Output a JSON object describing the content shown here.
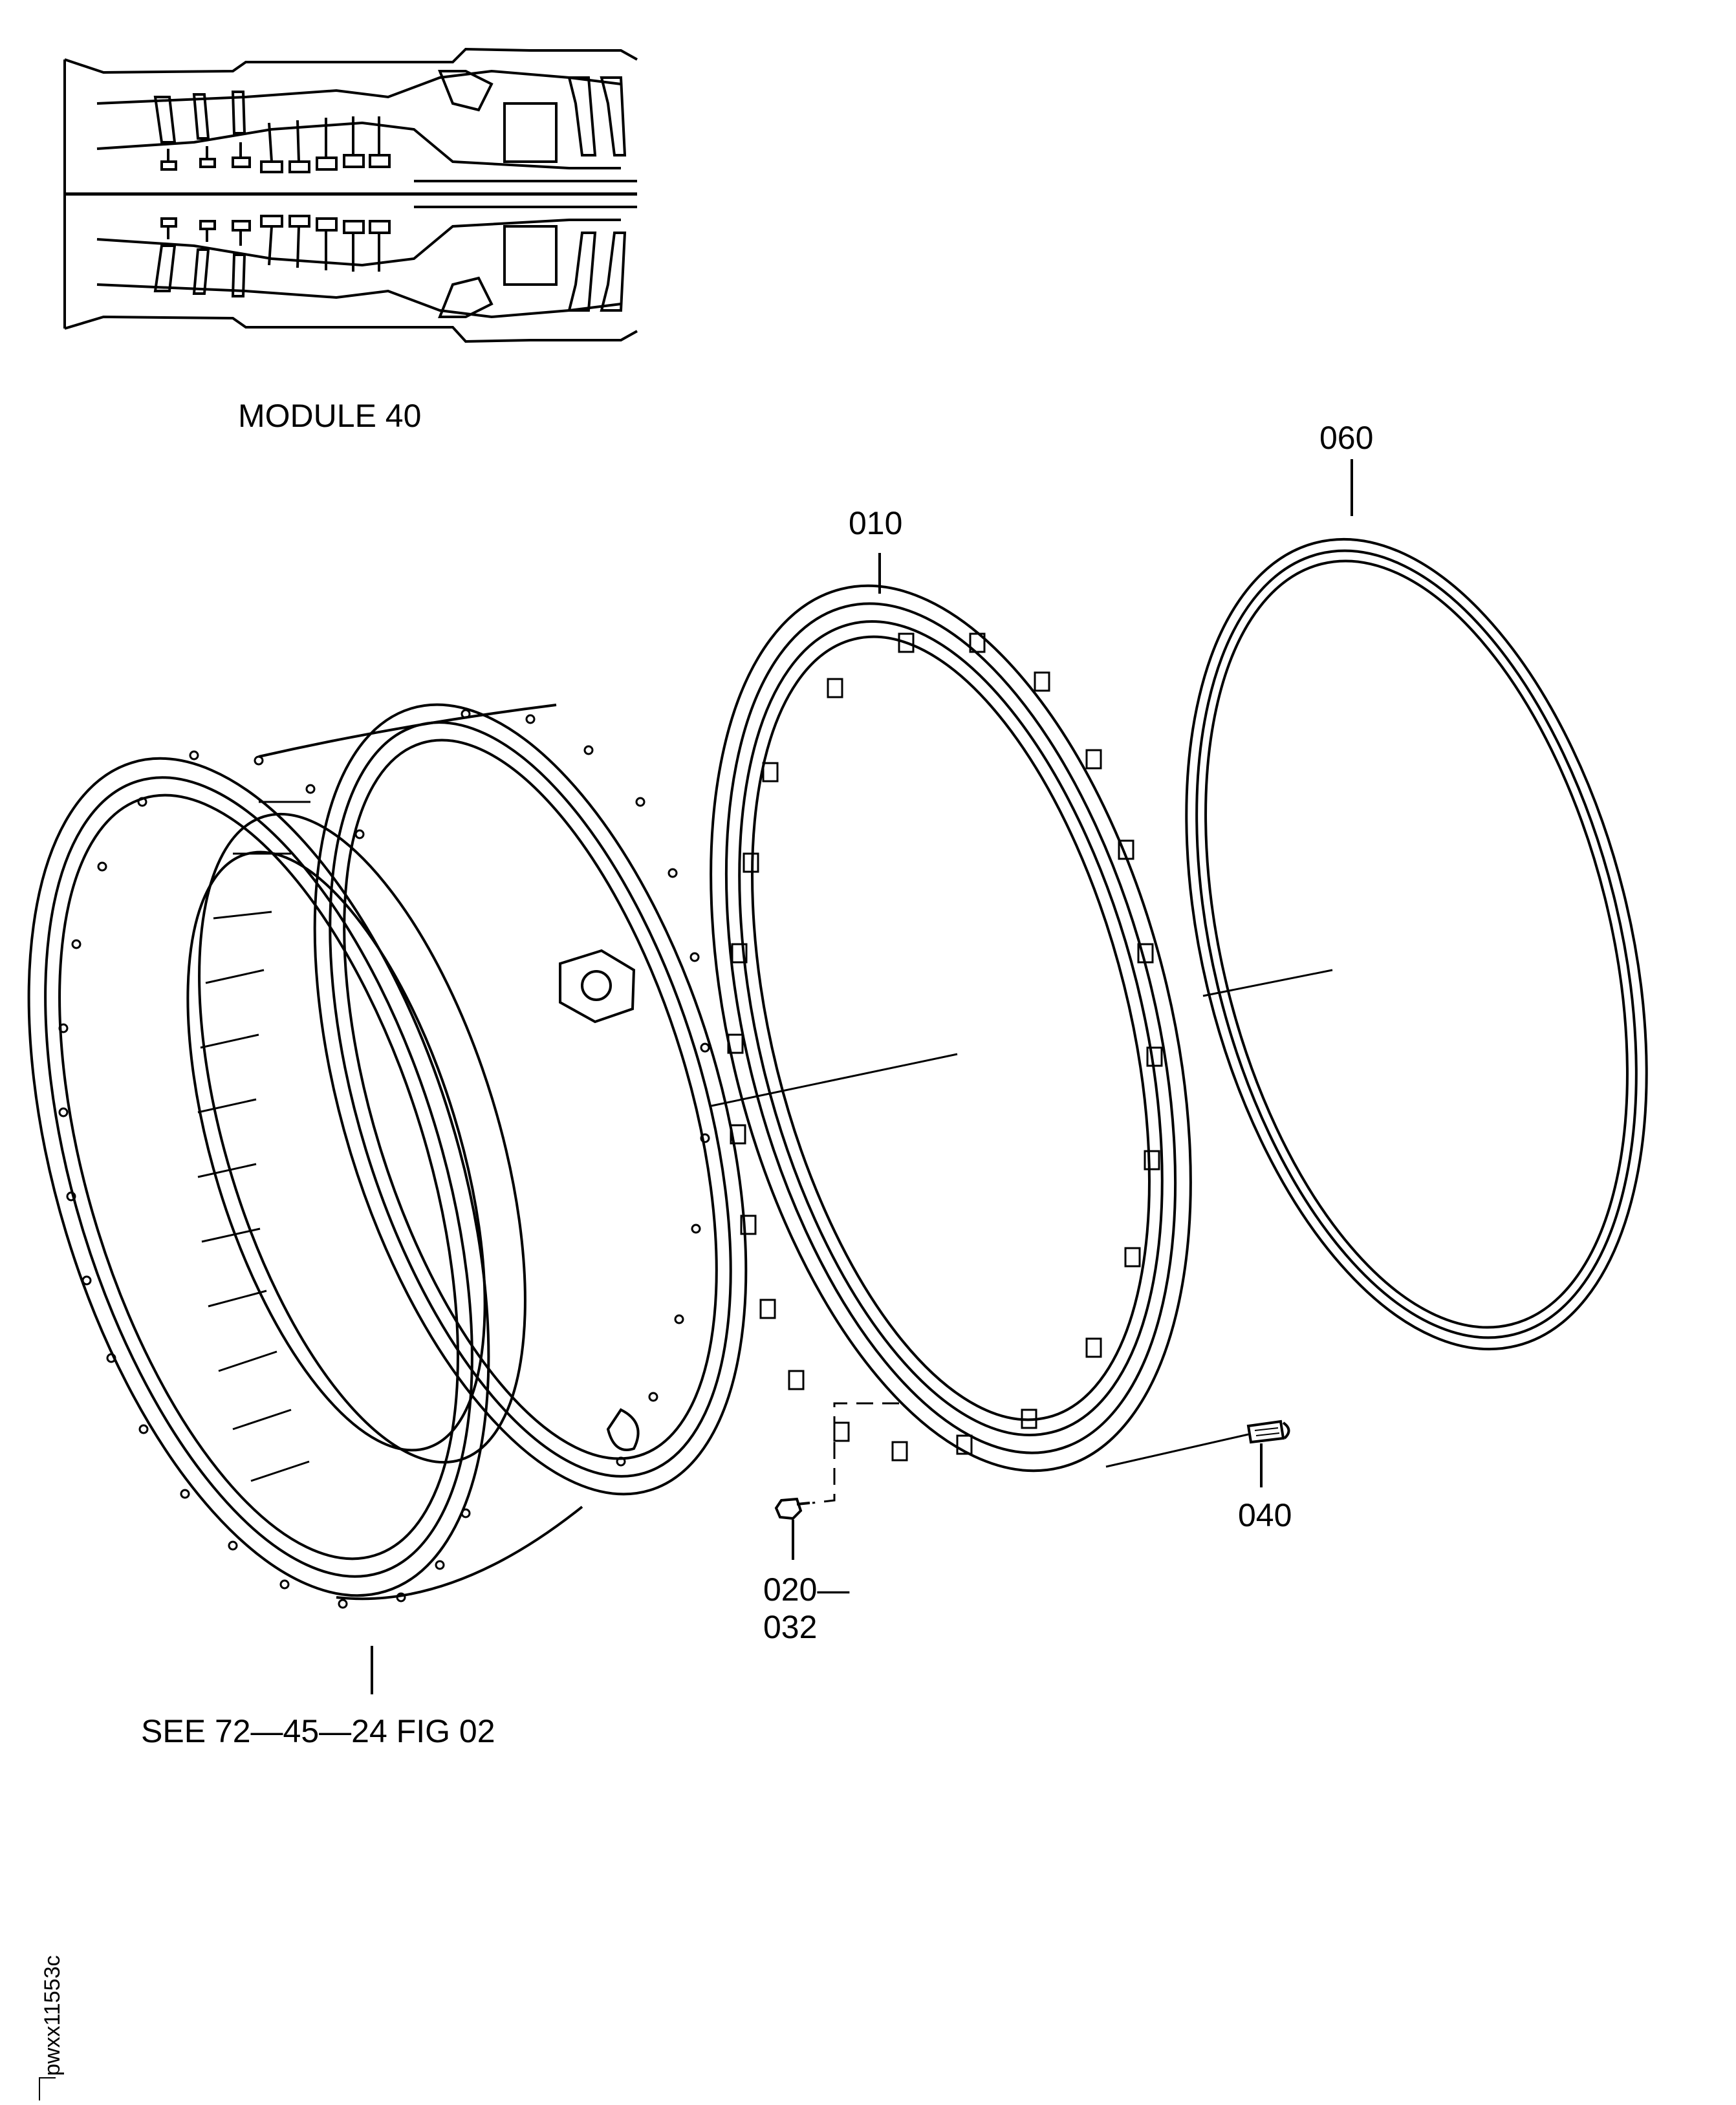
{
  "labels": {
    "module": "MODULE 40",
    "item_060": "060",
    "item_010": "010",
    "item_040": "040",
    "item_020_line1": "020—",
    "item_020_line2": "032",
    "see_ref": "SEE 72—45—24 FIG 02",
    "drawing_code": "pwxx11553c"
  },
  "colors": {
    "ink": "#000000",
    "paper": "#ffffff"
  }
}
